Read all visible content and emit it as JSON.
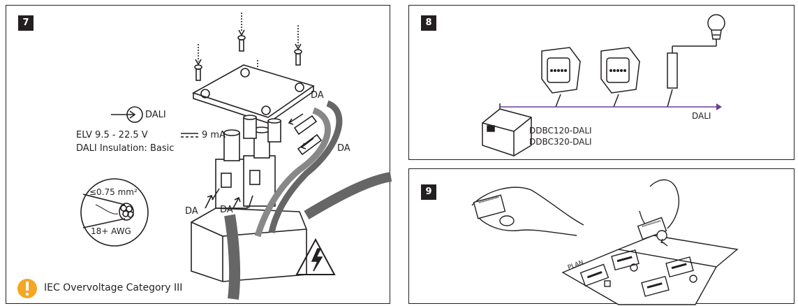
{
  "panel7": {
    "step": "7",
    "dali_label": "DALI",
    "da_labels": [
      "DA",
      "DA",
      "DA",
      "DA"
    ],
    "elv_text": "ELV 9.5 - 22.5 V",
    "current_text": "9 mA",
    "insulation_text": "DALI Insulation: Basic",
    "wire_size": "≤0.75 mm²",
    "awg": "18+ AWG",
    "overvoltage": "IEC Overvoltage Category III"
  },
  "panel8": {
    "step": "8",
    "dali_label": "DALI",
    "model_1": "DDBC120-DALI",
    "model_2": "DDBC320-DALI"
  },
  "panel9": {
    "step": "9",
    "plan_label": "PLAN"
  },
  "colors": {
    "line": "#231f20",
    "dali_bus": "#6a3d8f",
    "warning": "#f5a623"
  }
}
